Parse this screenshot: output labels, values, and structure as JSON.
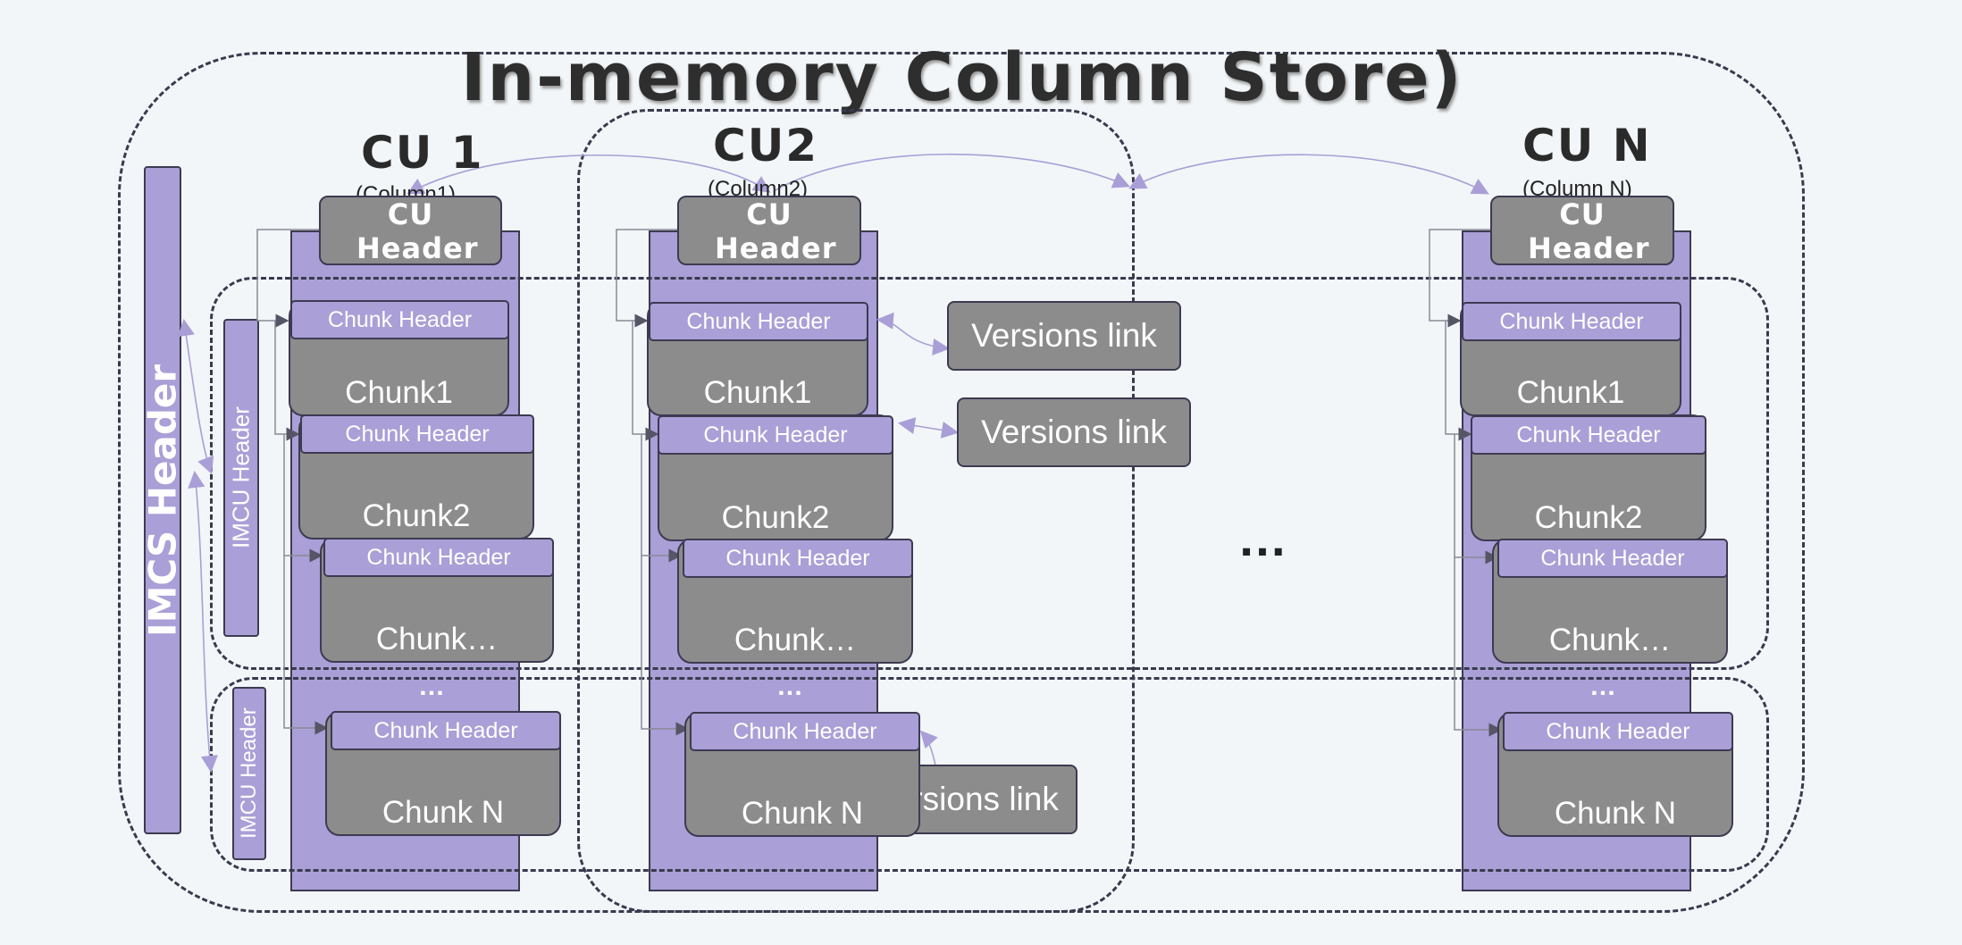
{
  "title": "In-memory Column Store)",
  "imcs_header": "IMCS Header",
  "imcu_header_1": "IMCU Header",
  "imcu_header_2": "IMCU Header",
  "ellipsis_main": "…",
  "ellipsis_small": "…",
  "columns": [
    {
      "title": "CU 1",
      "subtitle": "(Column1)",
      "cu_header": "CU Header",
      "chunks": [
        {
          "header": "Chunk Header",
          "label": "Chunk1"
        },
        {
          "header": "Chunk Header",
          "label": "Chunk2"
        },
        {
          "header": "Chunk Header",
          "label": "Chunk…"
        },
        {
          "header": "Chunk Header",
          "label": "Chunk N"
        }
      ]
    },
    {
      "title": "CU2",
      "subtitle": "(Column2)",
      "cu_header": "CU Header",
      "chunks": [
        {
          "header": "Chunk Header",
          "label": "Chunk1"
        },
        {
          "header": "Chunk Header",
          "label": "Chunk2"
        },
        {
          "header": "Chunk Header",
          "label": "Chunk…"
        },
        {
          "header": "Chunk Header",
          "label": "Chunk N"
        }
      ]
    },
    {
      "title": "CU N",
      "subtitle": "(Column N)",
      "cu_header": "CU Header",
      "chunks": [
        {
          "header": "Chunk Header",
          "label": "Chunk1"
        },
        {
          "header": "Chunk Header",
          "label": "Chunk2"
        },
        {
          "header": "Chunk Header",
          "label": "Chunk…"
        },
        {
          "header": "Chunk Header",
          "label": "Chunk N"
        }
      ]
    }
  ],
  "versions_links": [
    "Versions link",
    "Versions link",
    "Versions link"
  ],
  "colors": {
    "purple": "#aa9fd6",
    "gray": "#8c8c8c",
    "border": "#3d3a52",
    "arrow": "#a99fd6",
    "background": "#f2f6f8"
  }
}
